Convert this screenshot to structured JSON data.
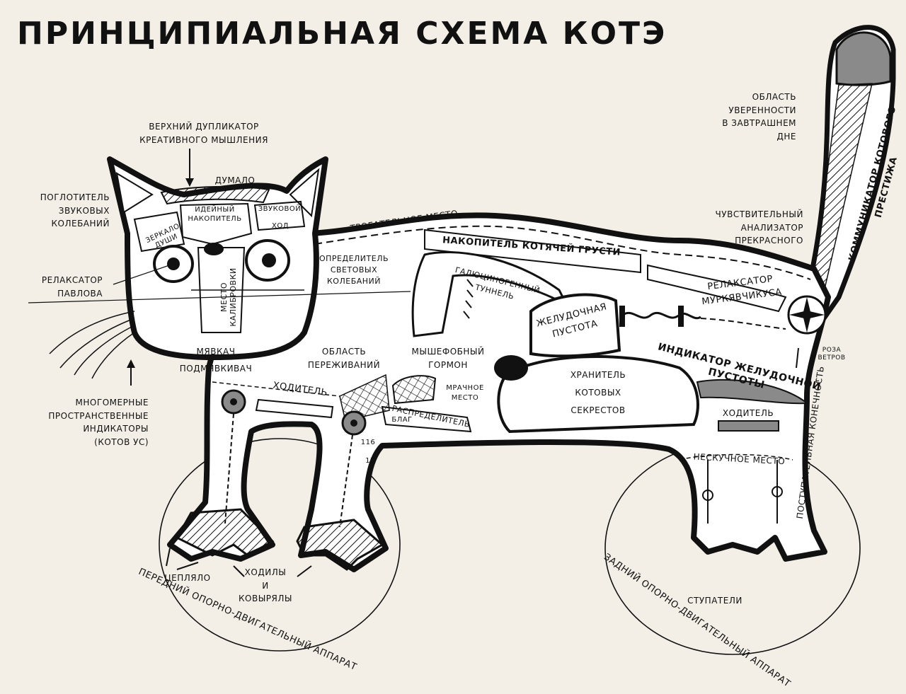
{
  "title": "ПРИНЦИПИАЛЬНАЯ СХЕМА КОТЭ",
  "colors": {
    "paper": "#f3efe7",
    "ink": "#111111",
    "shade": "#8a8a8a"
  },
  "labels": {
    "upper_duplicator": "ВЕРХНИЙ ДУПЛИКАТОР\nКРЕАТИВНОГО МЫШЛЕНИЯ",
    "dumalo": "ДУМАЛО",
    "sound_absorber": "ПОГЛОТИТЕЛЬ\nЗВУКОВЫХ\nКОЛЕБАНИЙ",
    "idea_storage": "ИДЕЙНЫЙ\nНАКОПИТЕЛЬ",
    "sound_move": "ЗВУКОВОЙ",
    "sound_move_2": "ХОД",
    "soul_mirror": "ЗЕРКАЛО\nДУШИ",
    "pavlov_relaxer": "РЕЛАКСАТОР\nПАВЛОВА",
    "calibration": "МЕСТО\nКАЛИБРОВКИ",
    "light_detector": "ОПРЕДЕЛИТЕЛЬ\nСВЕТОВЫХ\nКОЛЕБАНИЙ",
    "touching_place": "ТРОГАТЕЛЬНОЕ МЕСТО",
    "sadness_storage": "НАКОПИТЕЛЬ КОТЯЧЕЙ ГРУСТИ",
    "hallucinogenic_tunnel": "ГАЛЮЦИНОГЕННЫЙ ТУННЕЛЬ",
    "tail_confidence": "ОБЛАСТЬ\nУВЕРЕННОСТИ\nВ ЗАВТРАШНЕМ\nДНЕ",
    "tail_prestige": "КОММУНИКАТОР КОТОВОГО ПРЕСТИЖА",
    "beauty_analyzer": "ЧУВСТВИТЕЛЬНЫЙ\nАНАЛИЗАТОР\nПРЕКРАСНОГО",
    "purr_relaxer": "РЕЛАКСАТОР\nМУРКЯВЧИКУСА",
    "stomach_void": "ЖЕЛУДОЧНАЯ\nПУСТОТА",
    "stomach_indicator": "ИНДИКАТОР ЖЕЛУДОЧНОЙ\nПУСТОТЫ",
    "wind_rose": "РОЗА\nВЕТРОВ",
    "meow": "МЯВКАЧ",
    "submeow": "ПОДМЯВКИВАЧ",
    "experience_area": "ОБЛАСТЬ\nПЕРЕЖИВАНИЙ",
    "mouse_hormone": "МЫШЕФОБНЫЙ\nГОРМОН",
    "secrets_keeper": "ХРАНИТЕЛЬ\nКОТОВЫХ\nСЕКРЕСТОВ",
    "walker_front": "ХОДИТЕЛЬ",
    "walker_back": "ХОДИТЕЛЬ",
    "dark_place": "МРАЧНОЕ\nМЕСТО",
    "goods_distributor": "РАСПРЕДЕЛИТЕЛЬ",
    "goods_distributor_2": "БЛАГ",
    "indicators": "МНОГОМЕРНЫЕ\nПРОСТРАНСТВЕННЫЕ\nИНДИКАТОРЫ\n(КОТОВ УС)",
    "boring_place": "НЕСКУЧНОЕ МЕСТО",
    "back_limb": "ПОСТУПАТЕЛЬНАЯ КОНЕЧНОСТЬ",
    "grabber": "ЦЕПЛЯЛО",
    "walkers_diggers": "ХОДИЛЫ\nИ\nКОВЫРЯЛЫ",
    "steppers": "СТУПАТЕЛИ",
    "front_support": "ПЕРЕДНИЙ ОПОРНО-ДВИГАТЕЛЬНЫЙ АППАРАТ",
    "back_support": "ЗАДНИЙ ОПОРНО-ДВИГАТЕЛЬНЫЙ АППАРАТ",
    "mark_1": "116",
    "mark_2": "17"
  }
}
